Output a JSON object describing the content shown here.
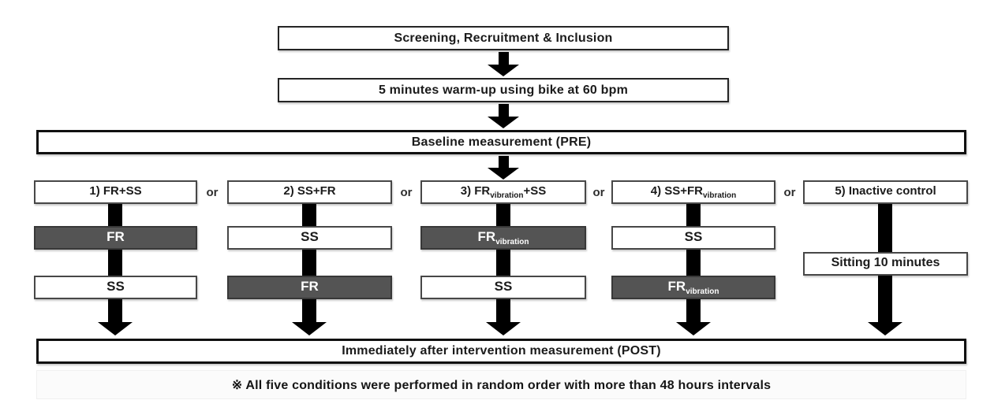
{
  "flow": {
    "screening": "Screening, Recruitment & Inclusion",
    "warmup": "5 minutes warm-up using bike at 60 bpm",
    "pre": "Baseline measurement (PRE)",
    "post": "Immediately after intervention measurement (POST)",
    "footnote": "※ All five conditions were performed in random order with more than 48 hours intervals",
    "or": "or"
  },
  "columns": [
    {
      "header": {
        "pre": "1) FR+SS",
        "sub": "",
        "post": ""
      },
      "step1": {
        "pre": "FR",
        "sub": "",
        "variant": "dark"
      },
      "step2": {
        "pre": "SS",
        "sub": "",
        "variant": "light"
      }
    },
    {
      "header": {
        "pre": "2) SS+FR",
        "sub": "",
        "post": ""
      },
      "step1": {
        "pre": "SS",
        "sub": "",
        "variant": "light"
      },
      "step2": {
        "pre": "FR",
        "sub": "",
        "variant": "dark"
      }
    },
    {
      "header": {
        "pre": "3) FR",
        "sub": "vibration",
        "post": "+SS"
      },
      "step1": {
        "pre": "FR",
        "sub": "vibration",
        "variant": "dark"
      },
      "step2": {
        "pre": "SS",
        "sub": "",
        "variant": "light"
      }
    },
    {
      "header": {
        "pre": "4) SS+FR",
        "sub": "vibration",
        "post": ""
      },
      "step1": {
        "pre": "SS",
        "sub": "",
        "variant": "light"
      },
      "step2": {
        "pre": "FR",
        "sub": "vibration",
        "variant": "dark"
      }
    },
    {
      "header": {
        "pre": "5) Inactive control",
        "sub": "",
        "post": ""
      },
      "step_mid": {
        "pre": "Sitting 10 minutes",
        "sub": "",
        "variant": "light"
      }
    }
  ],
  "colors": {
    "dark_box_fill": "#545454",
    "dark_box_border": "#383838",
    "light_box_border": "#474747",
    "wide_box_border": "#101010",
    "arrow": "#000000",
    "background": "#ffffff"
  }
}
